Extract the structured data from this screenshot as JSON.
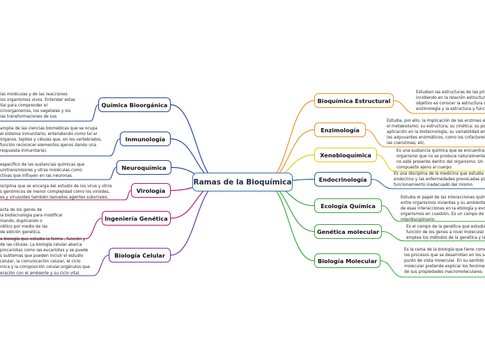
{
  "central_topic": "Ramas de la Bioquímica",
  "colors": {
    "center_border": "#2f6e9f",
    "left_branch": "#1f3f99",
    "left_branch_pink": "#b0106e",
    "left_branch_purple": "#6a2a9c",
    "right_branch_orange": "#f08c1e",
    "right_branch_yellow": "#d9cf00",
    "right_branch_lime": "#b8d400",
    "right_branch_blue": "#1f5fa8",
    "right_branch_green": "#2fa82f"
  },
  "left_branches": [
    {
      "label": "Química Bioorgánica",
      "text": [
        "las moléculas y de las reacciones",
        "los organismos vivos. Entender estas",
        "ital para comprender el",
        "icroorganismos, los vegetales y los",
        "las transformaciones de sus"
      ]
    },
    {
      "label": "Inmunología",
      "text": [
        "amplia de las ciencias biomédicas que se ocupa",
        "el sistema inmunitario, entendiendo como tal al",
        "órganos, tejidos y células que, en los vertebrados,",
        "función reconocer elementos ajenos dando una",
        "respuesta inmunitaria)."
      ]
    },
    {
      "label": "Neuroquímica",
      "text": [
        "específico de las sustancias químicas que",
        "urotransmisores y otras moléculas como",
        "ctivas que influyen en las neuronas."
      ]
    },
    {
      "label": "Virología",
      "text": [
        "isciplina que se encarga del estudio de los virus y otros",
        "s genómicos de menor complejidad como los viroides,",
        "es y virusoides también llamados agentes subvirales."
      ]
    },
    {
      "label": "Ingeniería Genética",
      "text": [
        "ecta de los genes de",
        "la biotecnología para modificar",
        "inando, duplicando o",
        "nético por medio de las",
        "de edición genética."
      ]
    },
    {
      "label": "Biología Celular",
      "text": [
        "a biología que estudia la forma , función y",
        "de las células. La biología celular abarca",
        "procariotas como las eucariotas y se puede",
        "s subtemas que pueden incluir el estudio",
        "celular, la comunicación celular, el ciclo",
        "mica y la composición celular,orgánulos que",
        "eración con el ambiente y su ciclo vital."
      ]
    }
  ],
  "right_branches": [
    {
      "label": "Bioquímica Estructural",
      "text": [
        "Estudian las estructuras de las prin",
        "incidiendo en la relación estructura",
        "objetivo es conocer la estructura de",
        "enzimología y la estructura y funció"
      ]
    },
    {
      "label": "Enzimología",
      "text": [
        "Estudia, por ello, la implicación de las enzimas en",
        "el metabolismo; su estructura; su cinética; su posib",
        "aplicación en la biotecnología; su variabilidad en la",
        "los adyuvantes enzimáticos, como los cofactores y",
        "las coenzimas; etc."
      ]
    },
    {
      "label": "Xenobioquímica",
      "text": [
        "Es una sustancia química que se encuentra d",
        "organismo que no se produce naturalmente c",
        "no esté presente dentro del organismo. Un xe",
        "compuesto ajeno al cuerpo."
      ]
    },
    {
      "label": "Endocrinología",
      "text": [
        "Es una disciplina de la medicina que estudia el",
        "endocrino y las enfermedades provocadas por",
        "funcionamiento inadecuado del mismo."
      ]
    },
    {
      "label": "Ecología Química",
      "text": [
        "Estudia el papel de las interacciones químic",
        "entre organismos vivientes y su ambiente y",
        "de esas interacciones en la etología y evolu",
        "organismos en cuestión. Es un campo de es",
        "interdisciplinario."
      ]
    },
    {
      "label": "Genética molecular",
      "text": [
        "Es el campo de la genética que estudia la",
        "función de los genes a nivel molecular. La",
        "emplea los métodos de la genética y la b"
      ]
    },
    {
      "label": "Biología Molecular",
      "text": [
        "Es la rama de la biología que tiene como o",
        "los procesos que se desarrollan en los se",
        "punto de vista molecular. En su sentido m",
        "molecular pretende explicar los fenómen",
        "de sus propiedades macromoleculares."
      ]
    }
  ]
}
